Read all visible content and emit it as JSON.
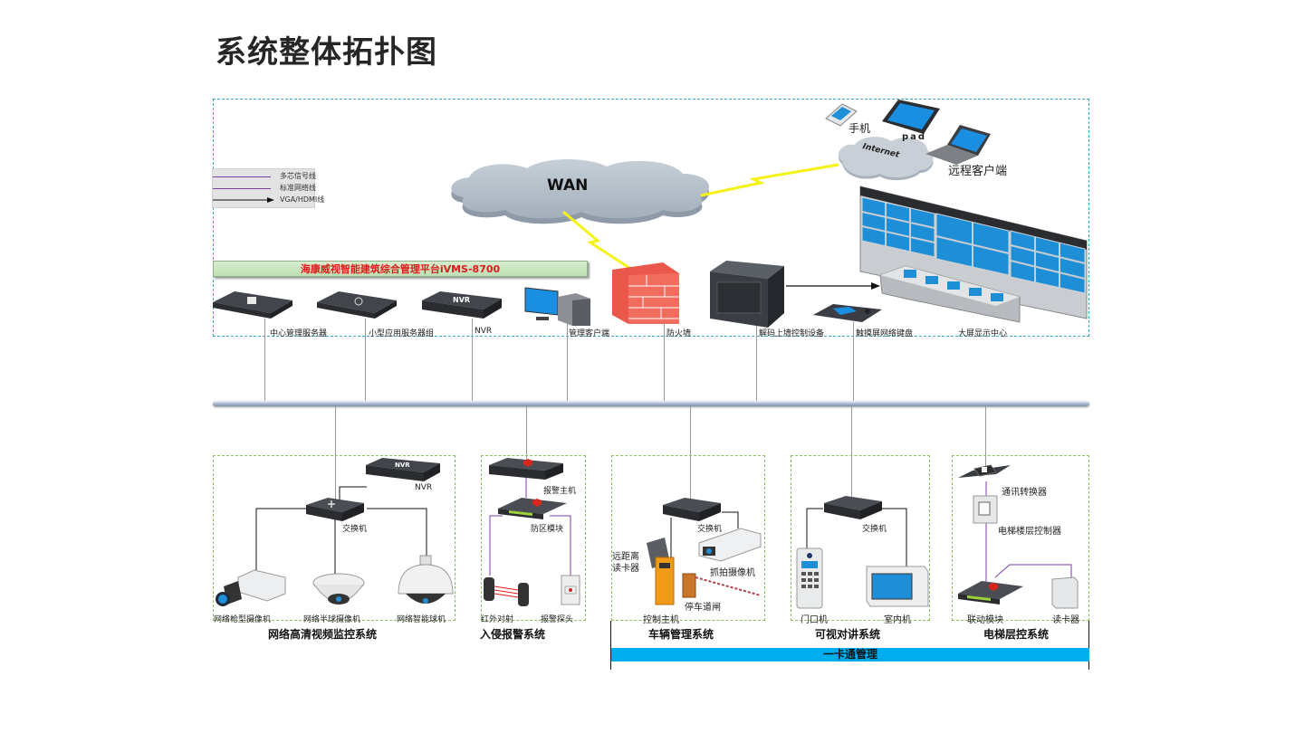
{
  "page": {
    "title": "系统整体拓扑图"
  },
  "legend": {
    "items": [
      {
        "label": "多芯信号线",
        "color": "#7a3ea8",
        "type": "line"
      },
      {
        "label": "标准网络线",
        "color": "#7a3ea8",
        "type": "line"
      },
      {
        "label": "VGA/HDMI线",
        "color": "#111111",
        "type": "arrow"
      }
    ]
  },
  "network": {
    "wan_label": "WAN",
    "internet_label": "Internet",
    "remote": {
      "phone": "手机",
      "pad": "pad",
      "client": "远程客户端"
    }
  },
  "platform": {
    "banner": "海康威视智能建筑综合管理平台iVMS-8700"
  },
  "core_devices": [
    {
      "id": "center-server",
      "label": "中心管理服务器"
    },
    {
      "id": "app-servers",
      "label": "小型应用服务器组"
    },
    {
      "id": "nvr",
      "label": "NVR",
      "badge": "NVR"
    },
    {
      "id": "mgmt-client",
      "label": "管理客户端"
    },
    {
      "id": "firewall",
      "label": "防火墙"
    },
    {
      "id": "decoder",
      "label": "解码上墙控制设备"
    },
    {
      "id": "keyboard",
      "label": "触摸屏网络键盘"
    },
    {
      "id": "display-center",
      "label": "大屏显示中心"
    }
  ],
  "subsystems": [
    {
      "id": "video",
      "title": "网络高清视频监控系统",
      "devices": {
        "nvr": "NVR",
        "nvr_badge": "NVR",
        "switch": "交换机",
        "bullet": "网络枪型摄像机",
        "dome": "网络半球摄像机",
        "ptz": "网络智能球机"
      }
    },
    {
      "id": "intrusion",
      "title": "入侵报警系统",
      "devices": {
        "host": "报警主机",
        "zone": "防区模块",
        "beam": "红外对射",
        "detector": "报警探头"
      }
    },
    {
      "id": "vehicle",
      "title": "车辆管理系统",
      "devices": {
        "switch": "交换机",
        "reader": "远距离读卡器",
        "reader_line1": "远距离",
        "reader_line2": "读卡器",
        "camera": "抓拍摄像机",
        "barrier": "停车道闸",
        "controller": "控制主机"
      }
    },
    {
      "id": "intercom",
      "title": "可视对讲系统",
      "devices": {
        "switch": "交换机",
        "door": "门口机",
        "indoor": "室内机"
      }
    },
    {
      "id": "elevator",
      "title": "电梯层控系统",
      "devices": {
        "converter": "通讯转换器",
        "floor_ctrl": "电梯楼层控制器",
        "linkage": "联动模块",
        "reader": "读卡器"
      }
    }
  ],
  "card_management": {
    "label": "一卡通管理",
    "color": "#00aeef"
  },
  "colors": {
    "frame": "#3aa6cf",
    "subsystem_frame": "#8cc063",
    "banner_text": "#e01b1b",
    "lightning": "#f5f218"
  }
}
